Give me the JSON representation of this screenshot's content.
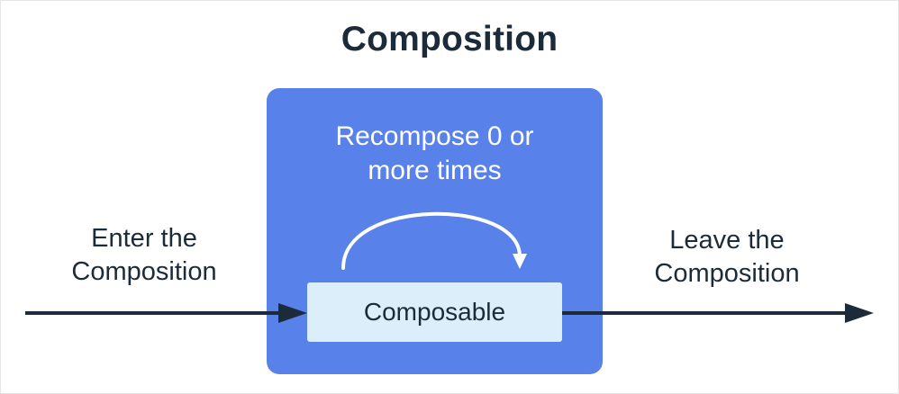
{
  "diagram": {
    "title": "Composition",
    "box_label": "Recompose 0 or\nmore times",
    "composable_label": "Composable",
    "enter_label": "Enter the\nComposition",
    "leave_label": "Leave the\nComposition"
  },
  "colors": {
    "dark": "#1c2b39",
    "box_blue": "#5882ea",
    "composable_fill": "#dbeefa",
    "white": "#ffffff"
  }
}
